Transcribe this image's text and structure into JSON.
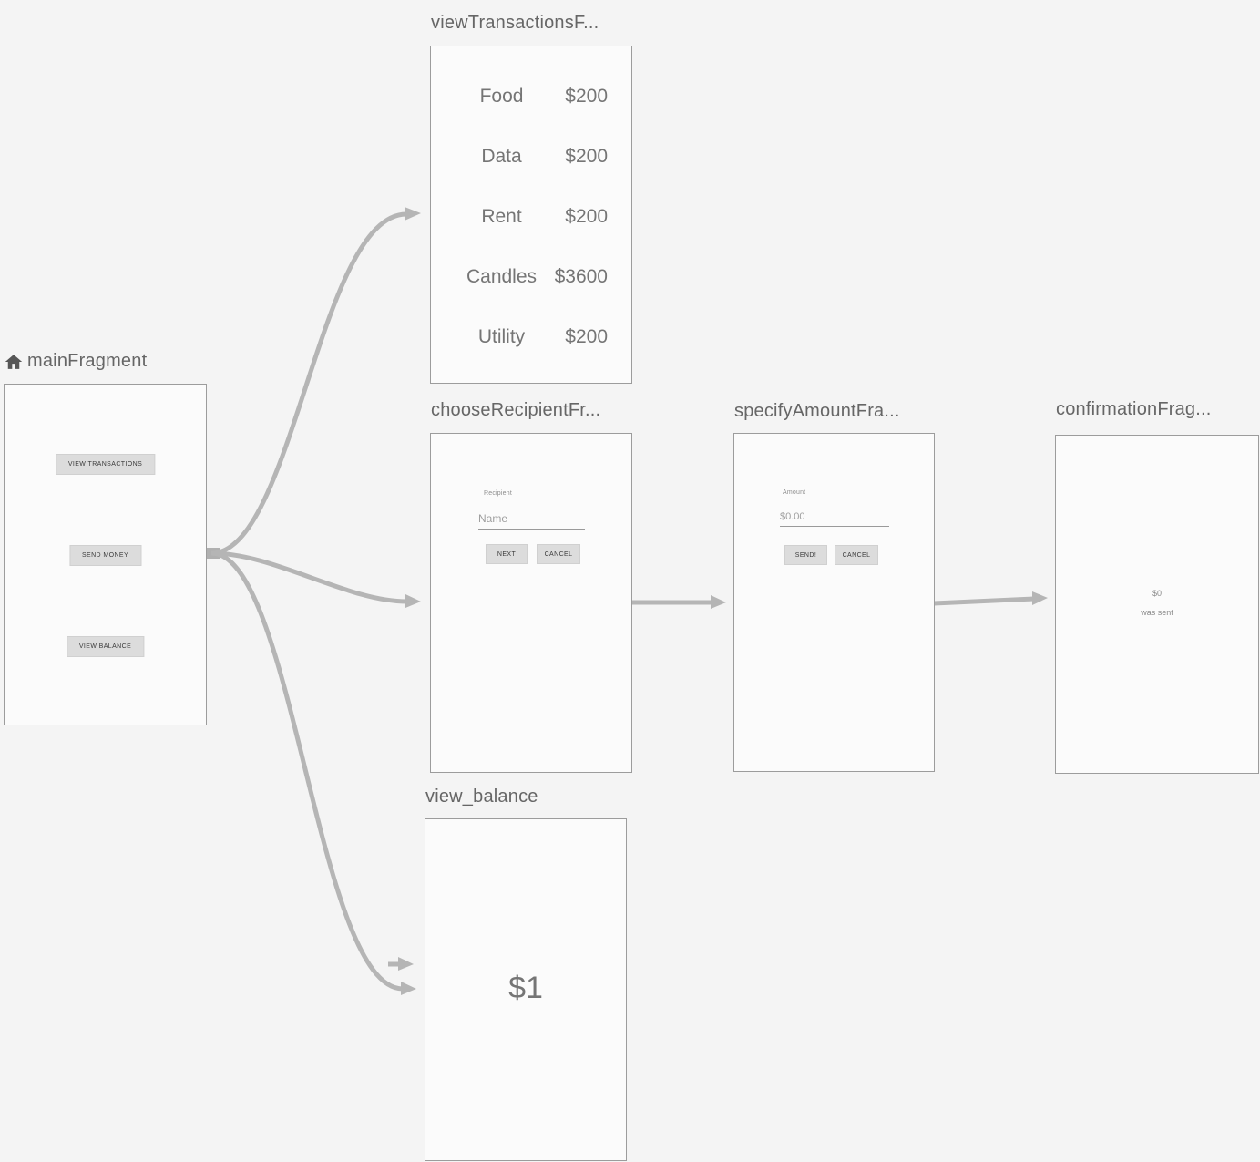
{
  "colors": {
    "background": "#f4f4f4",
    "panel_fill": "#fbfbfb",
    "panel_border": "#9c9c9c",
    "arrow": "#b5b5b5",
    "title_text": "#666666",
    "button_bg": "#dcdcdc",
    "button_text": "#3a3a3a",
    "list_text": "#757575",
    "hint_text": "#9e9e9e"
  },
  "fragments": {
    "main": {
      "title": "mainFragment",
      "icon": "home-icon",
      "buttons": [
        {
          "label": "VIEW TRANSACTIONS"
        },
        {
          "label": "SEND MONEY"
        },
        {
          "label": "VIEW BALANCE"
        }
      ]
    },
    "view_transactions": {
      "title": "viewTransactionsF...",
      "rows": [
        {
          "label": "Food",
          "amount": "$200"
        },
        {
          "label": "Data",
          "amount": "$200"
        },
        {
          "label": "Rent",
          "amount": "$200"
        },
        {
          "label": "Candles",
          "amount": "$3600"
        },
        {
          "label": "Utility",
          "amount": "$200"
        }
      ]
    },
    "choose_recipient": {
      "title": "chooseRecipientFr...",
      "field_label": "Recipient",
      "input_hint": "Name",
      "next_label": "NEXT",
      "cancel_label": "CANCEL"
    },
    "specify_amount": {
      "title": "specifyAmountFra...",
      "field_label": "Amount",
      "input_hint": "$0.00",
      "send_label": "SEND!",
      "cancel_label": "CANCEL"
    },
    "confirmation": {
      "title": "confirmationFrag...",
      "amount": "$0",
      "message": "was sent"
    },
    "view_balance": {
      "title": "view_balance",
      "balance": "$1"
    }
  }
}
